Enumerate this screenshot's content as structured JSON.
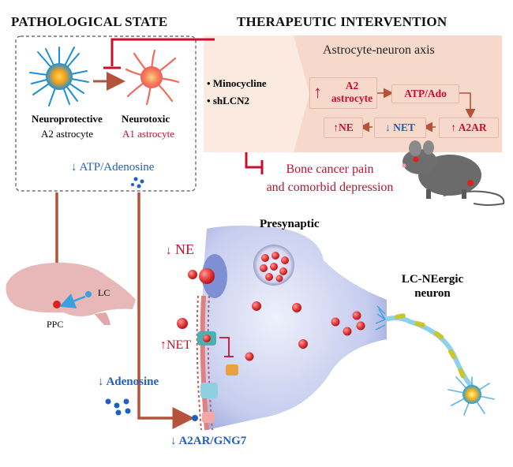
{
  "headers": {
    "left": "PATHOLOGICAL STATE",
    "right": "THERAPEUTIC INTERVENTION"
  },
  "astrocytes": {
    "protective_title": "Neuroprotective",
    "protective_sub": "A2 astrocyte",
    "toxic_title": "Neurotoxic",
    "toxic_sub": "A1 astrocyte",
    "atp_label": "ATP/Adenosine"
  },
  "intervention": {
    "drug1": "Minocycline",
    "drug2": "shLCN2",
    "axis_title": "Astrocyte-neuron axis",
    "node_a2": "A2\nastrocyte",
    "node_atp": "ATP/Ado",
    "node_a2ar": "A2AR",
    "node_net": "NET",
    "node_ne": "NE",
    "outcome": "Bone cancer pain\nand comorbid depression"
  },
  "brain": {
    "lc": "LC",
    "ppc": "PPC"
  },
  "synapse": {
    "presynaptic": "Presynaptic",
    "neuron_label": "LC-NEergic\nneuron",
    "ne": "NE",
    "net": "NET",
    "adenosine": "Adenosine",
    "a2ar_gng7": "A2AR/GNG7"
  },
  "colors": {
    "red": "#c8102e",
    "blue": "#1f5fbf",
    "brown": "#b5533a",
    "peach": "#f7d9cc",
    "neuron": "#c9cfee"
  }
}
